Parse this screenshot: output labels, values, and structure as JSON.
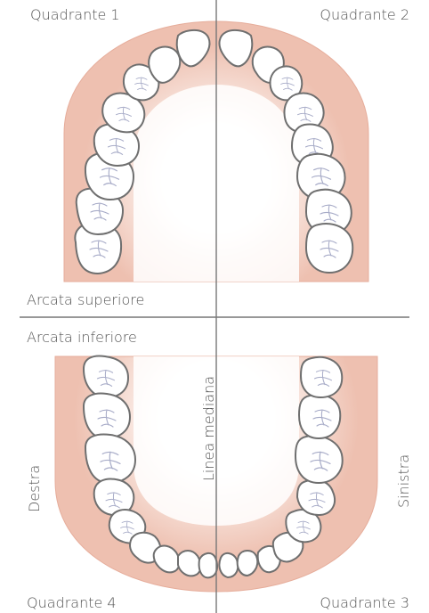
{
  "labels": {
    "quadrant_1": "Quadrante 1",
    "quadrant_2": "Quadrante 2",
    "quadrant_3": "Quadrante 3",
    "quadrant_4": "Quadrante 4",
    "upper_arch": "Arcata superiore",
    "lower_arch": "Arcata inferiore",
    "right_side": "Destra",
    "left_side": "Sinistra",
    "midline": "Linea mediana"
  },
  "colors": {
    "gum": "#eec0b0",
    "gum_edge": "#e6ad9b",
    "palate_center": "#ffffff",
    "tooth_outline": "#6f6f6f",
    "tooth_detail": "#a8acc8",
    "divider": "#777777",
    "text": "#555555",
    "marker": "#3a7bd5"
  },
  "icons": {
    "edge_marker": "partial-circle-icon"
  }
}
